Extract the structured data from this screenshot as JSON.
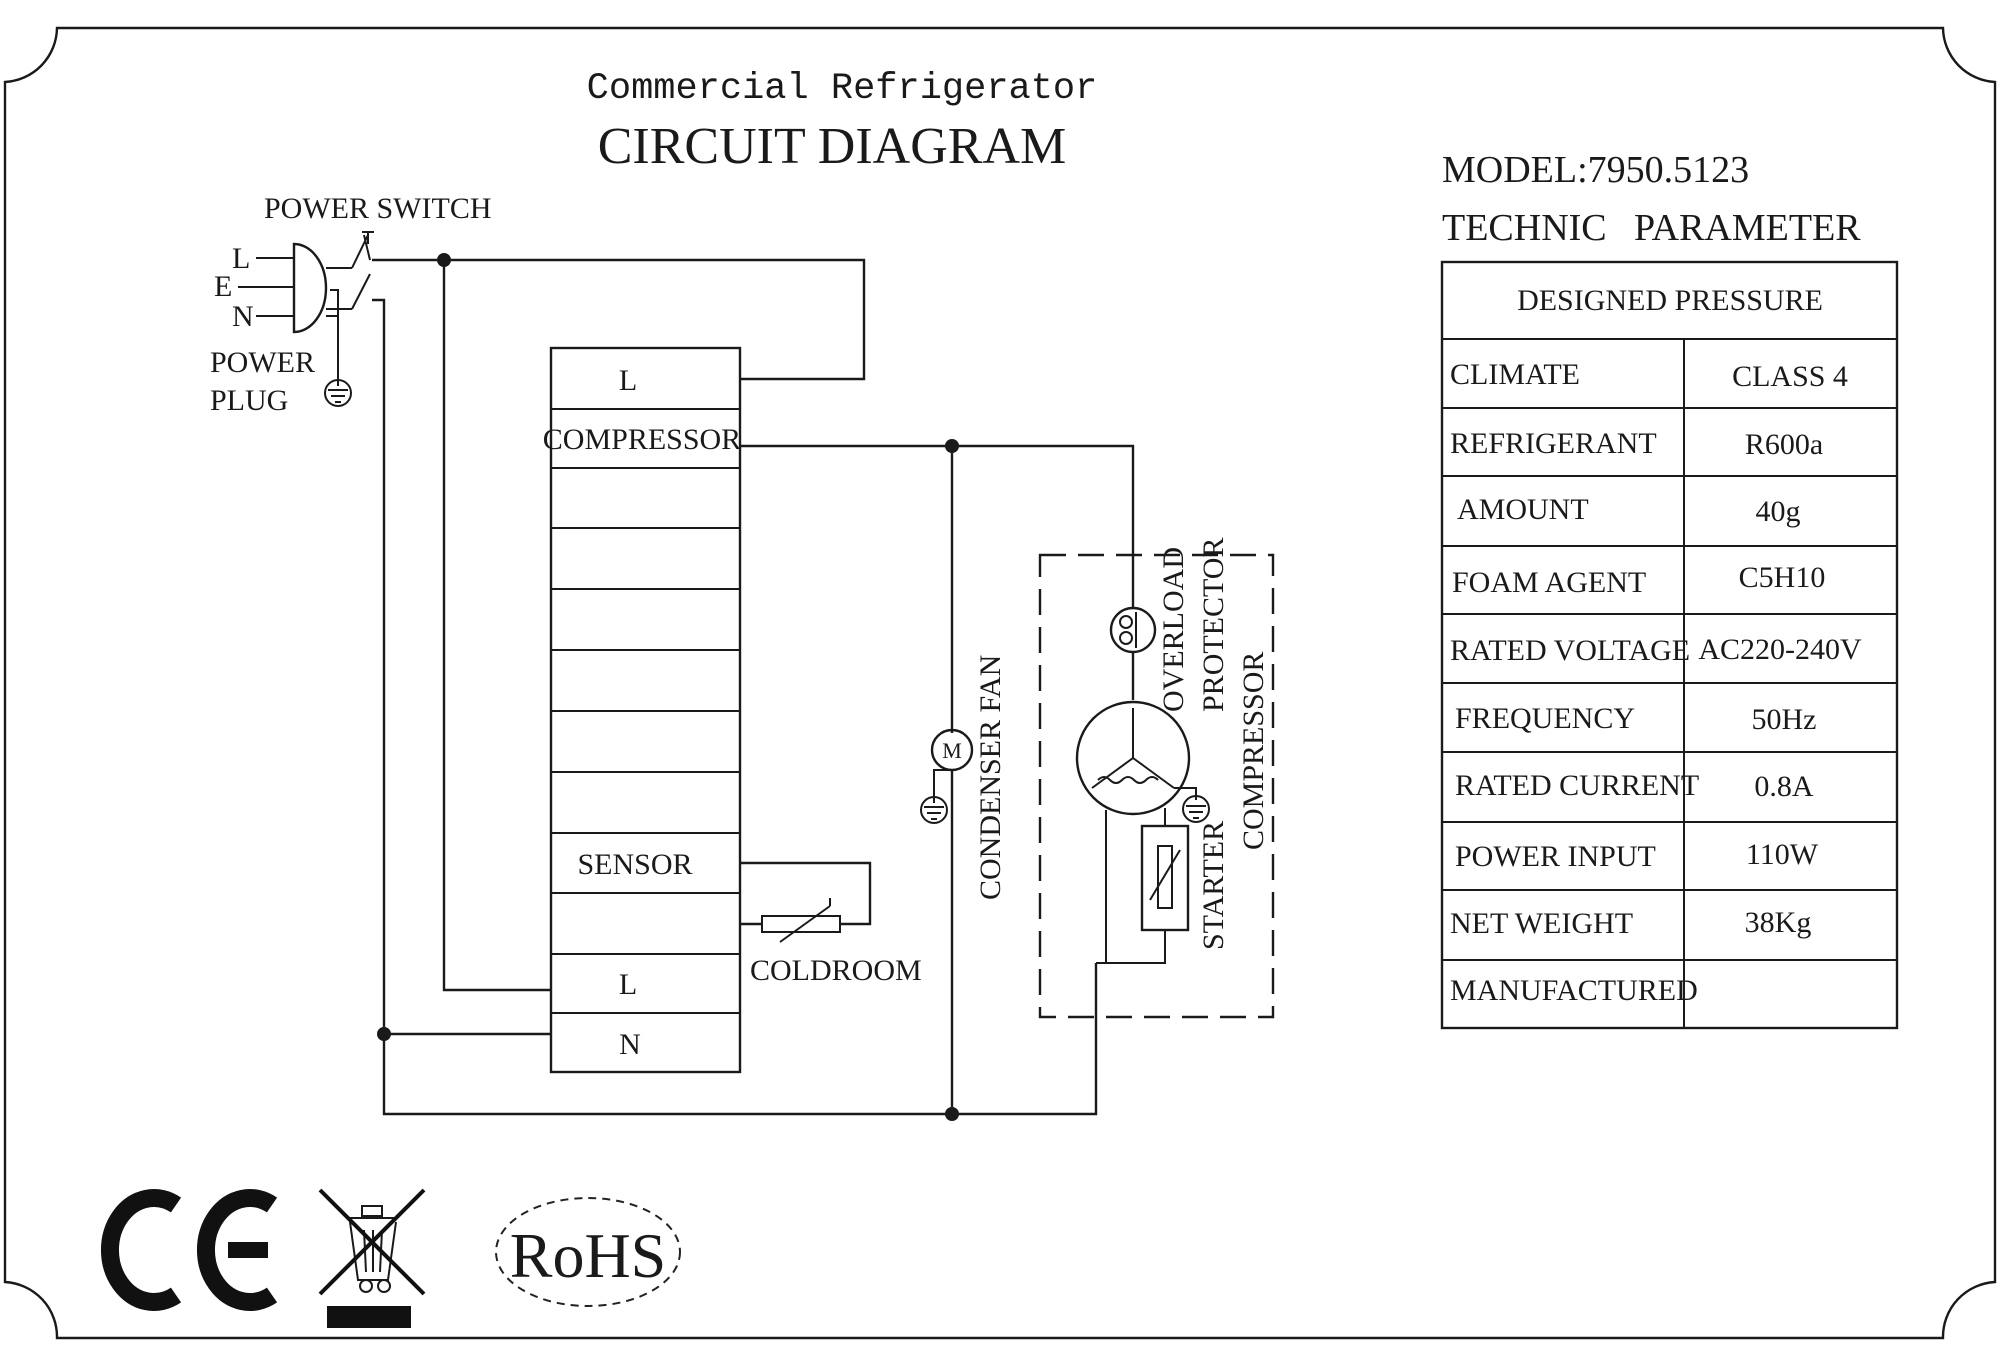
{
  "header": {
    "subtitle": "Commercial Refrigerator",
    "title": "CIRCUIT DIAGRAM"
  },
  "plug": {
    "switch_label": "POWER SWITCH",
    "plug_label_1": "POWER",
    "plug_label_2": "PLUG",
    "pin_l": "L",
    "pin_e": "E",
    "pin_n": "N"
  },
  "terminal_block": {
    "rows": [
      "L",
      "COMPRESSOR",
      "",
      "",
      "",
      "",
      "",
      "",
      "SENSOR",
      "",
      "L",
      "N"
    ]
  },
  "components": {
    "coldroom": "COLDROOM",
    "fan_label": "CONDENSER FAN",
    "motor_symbol": "M",
    "overload": "OVERLOAD",
    "protector": "PROTECTOR",
    "compressor": "COMPRESSOR",
    "starter": "STARTER"
  },
  "spec": {
    "model_label": "MODEL:",
    "model_value": "7950.5123",
    "heading_1": "TECHNIC",
    "heading_2": "PARAMETER",
    "table_header": "DESIGNED PRESSURE",
    "rows": [
      {
        "label": "CLIMATE",
        "value": "CLASS 4"
      },
      {
        "label": "REFRIGERANT",
        "value": "R600a"
      },
      {
        "label": "AMOUNT",
        "value": "40g"
      },
      {
        "label": "FOAM AGENT",
        "value": "C5H10"
      },
      {
        "label": "RATED VOLTAGE",
        "value": "AC220-240V"
      },
      {
        "label": "FREQUENCY",
        "value": "50Hz"
      },
      {
        "label": "RATED CURRENT",
        "value": "0.8A"
      },
      {
        "label": "POWER INPUT",
        "value": "110W"
      },
      {
        "label": "NET WEIGHT",
        "value": "38Kg"
      },
      {
        "label": "MANUFACTURED",
        "value": ""
      }
    ]
  },
  "logos": {
    "ce": "CE",
    "rohs": "RoHS",
    "weee_icon": "crossed-bin-icon"
  }
}
